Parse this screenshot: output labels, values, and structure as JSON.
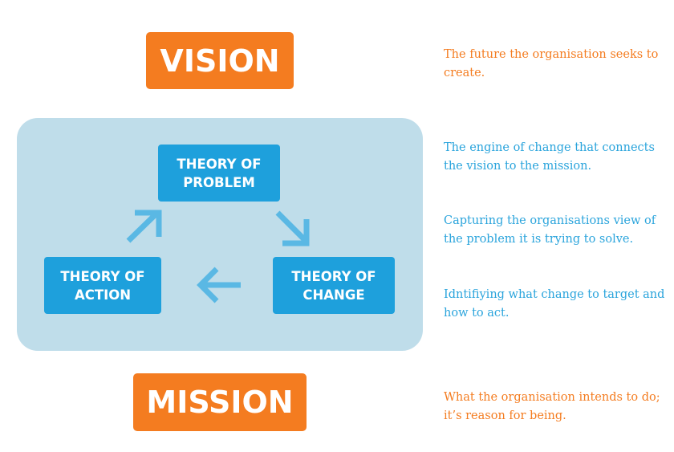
{
  "vision": {
    "label": "VISION"
  },
  "mission": {
    "label": "MISSION"
  },
  "cycle": {
    "problem": {
      "line1": "THEORY OF",
      "line2": "PROBLEM"
    },
    "action": {
      "line1": "THEORY OF",
      "line2": "ACTION"
    },
    "change": {
      "line1": "THEORY OF",
      "line2": "CHANGE"
    }
  },
  "descriptions": {
    "vision": "The future the organisation seeks to create.",
    "engine": "The engine of change that connects the vision to the mission.",
    "problem": "Capturing the organisations view of the problem it is trying to solve.",
    "change": "Idntifiying what change to target and how to act.",
    "mission": "What the organisation intends to do; it’s reason for being."
  },
  "colors": {
    "orange": "#f47c20",
    "blue": "#1ea0dc",
    "panel": "#bfddea",
    "arrow": "#5ab8e4"
  }
}
